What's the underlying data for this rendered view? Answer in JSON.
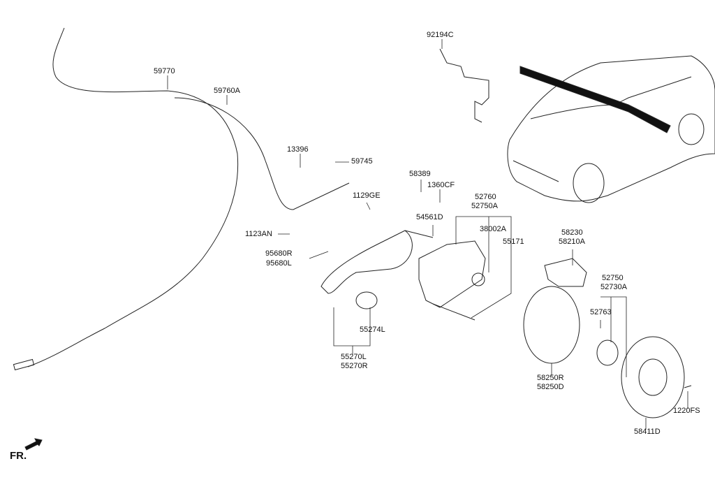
{
  "labels": {
    "p92194C": "92194C",
    "p59770": "59770",
    "p59760A": "59760A",
    "p13396": "13396",
    "p59745": "59745",
    "p58389": "58389",
    "p1360CF": "1360CF",
    "p52760": "52760",
    "p52750A": "52750A",
    "p1129GE": "1129GE",
    "p54561D": "54561D",
    "p38002A": "38002A",
    "p55171": "55171",
    "p1123AN": "1123AN",
    "p95680R": "95680R",
    "p95680L": "95680L",
    "p58230": "58230",
    "p58210A": "58210A",
    "p52750": "52750",
    "p52730A": "52730A",
    "p52763": "52763",
    "p55274L": "55274L",
    "p55270L": "55270L",
    "p55270R": "55270R",
    "p58250R": "58250R",
    "p58250D": "58250D",
    "p1220FS": "1220FS",
    "p58411D": "58411D"
  },
  "direction_marker": "FR.",
  "colors": {
    "line": "#222222",
    "background": "#ffffff"
  }
}
